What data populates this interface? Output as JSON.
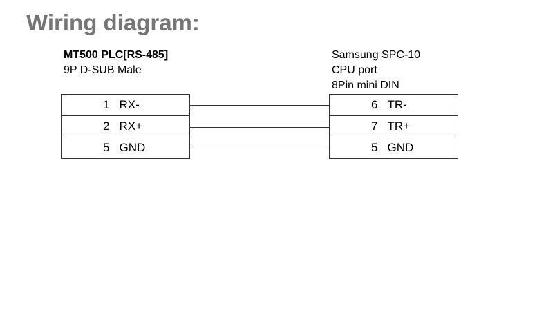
{
  "title": "Wiring diagram:",
  "left_connector": {
    "name": "MT500 PLC[RS-485]",
    "type": "9P D-SUB Male",
    "pins": [
      {
        "pin": "1",
        "signal": "RX-"
      },
      {
        "pin": "2",
        "signal": "RX+"
      },
      {
        "pin": "5",
        "signal": "GND"
      }
    ]
  },
  "right_connector": {
    "name": "Samsung SPC-10",
    "port": "CPU port",
    "type": "8Pin mini DIN",
    "pins": [
      {
        "pin": "6",
        "signal": "TR-"
      },
      {
        "pin": "7",
        "signal": "TR+"
      },
      {
        "pin": "5",
        "signal": "GND"
      }
    ]
  },
  "connections": [
    {
      "from": "1 RX-",
      "to": "6 TR-"
    },
    {
      "from": "2 RX+",
      "to": "7 TR+"
    },
    {
      "from": "5 GND",
      "to": "5 GND"
    }
  ]
}
